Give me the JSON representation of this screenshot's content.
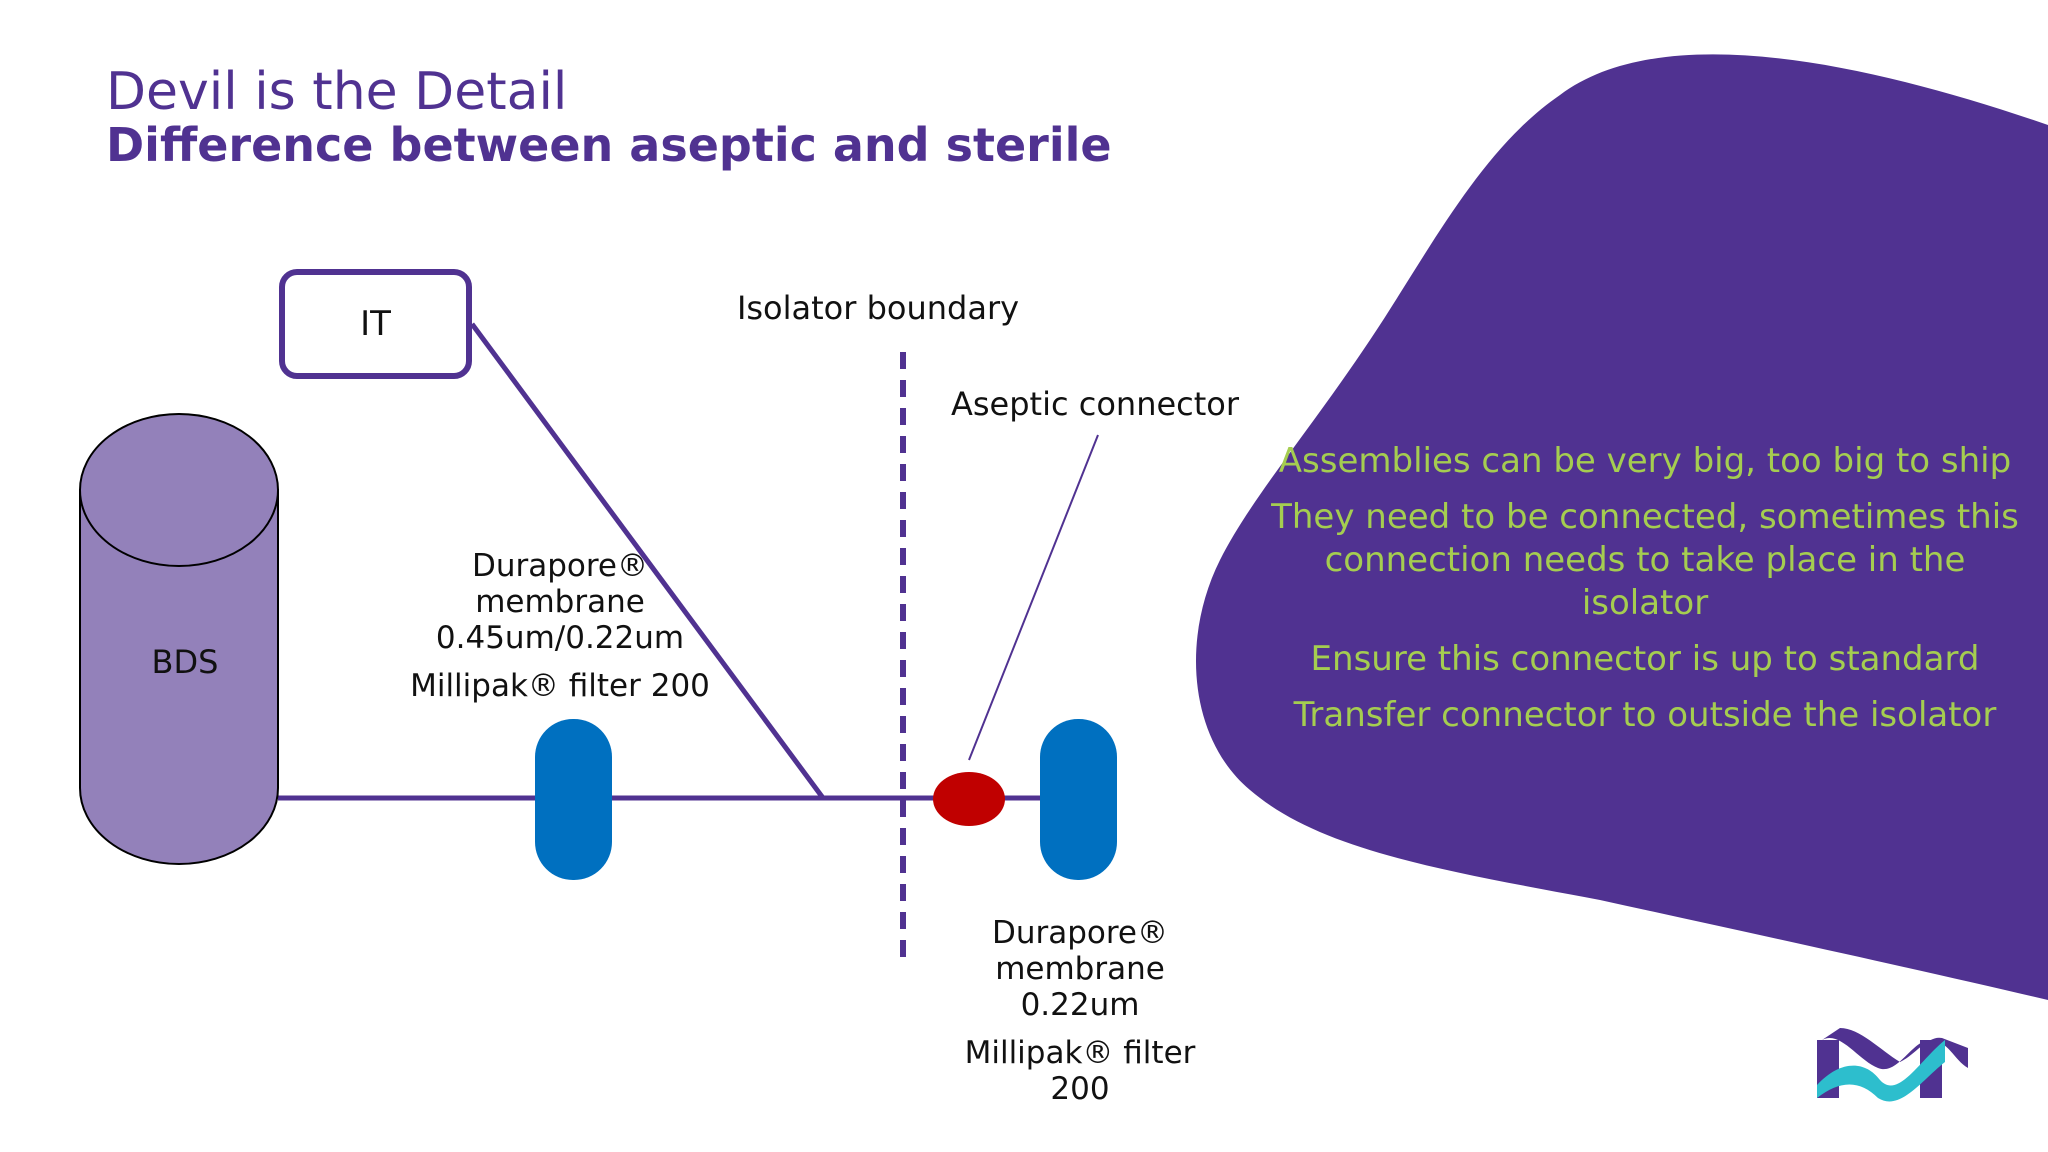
{
  "slide": {
    "title": "Devil is the Detail",
    "subtitle": "Difference between aseptic and sterile"
  },
  "diagram": {
    "it_label": "IT",
    "bds_label": "BDS",
    "isolator_label": "Isolator boundary",
    "connector_label": "Aseptic connector",
    "filter_left": {
      "membrane_line1": "Durapore®",
      "membrane_line2": "membrane",
      "membrane_line3": "0.45um/0.22um",
      "product": "Millipak® filter 200"
    },
    "filter_right": {
      "membrane_line1": "Durapore®",
      "membrane_line2": "membrane",
      "membrane_line3": "0.22um",
      "product_line1": "Millipak® filter",
      "product_line2": "200"
    }
  },
  "bullets": [
    "Assemblies can be very big, too big to ship",
    "They need to be connected, sometimes this connection needs to take place in the isolator",
    "Ensure this connector is up to standard",
    "Transfer connector to outside the isolator"
  ],
  "colors": {
    "brand_purple": "#503291",
    "bds_fill": "#9381BA",
    "filter_blue": "#0070C0",
    "connector_red": "#C00000",
    "bullet_green": "#A5CD50",
    "logo_cyan": "#2DBECD"
  }
}
